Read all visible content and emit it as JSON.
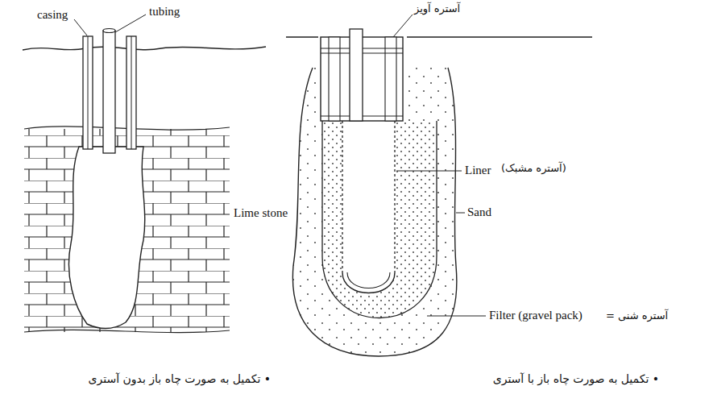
{
  "diagram": {
    "labels": [
      "casing",
      "tubing",
      "Lime stone",
      "آستره آویز",
      "Liner",
      "(آستره مشبک)",
      "Sand",
      "Filter (gravel pack)",
      "آستره شنی =",
      "• تکمیل به صورت چاه باز بدون آستری",
      "• تکمیل به صورت چاه باز با آستری"
    ]
  }
}
